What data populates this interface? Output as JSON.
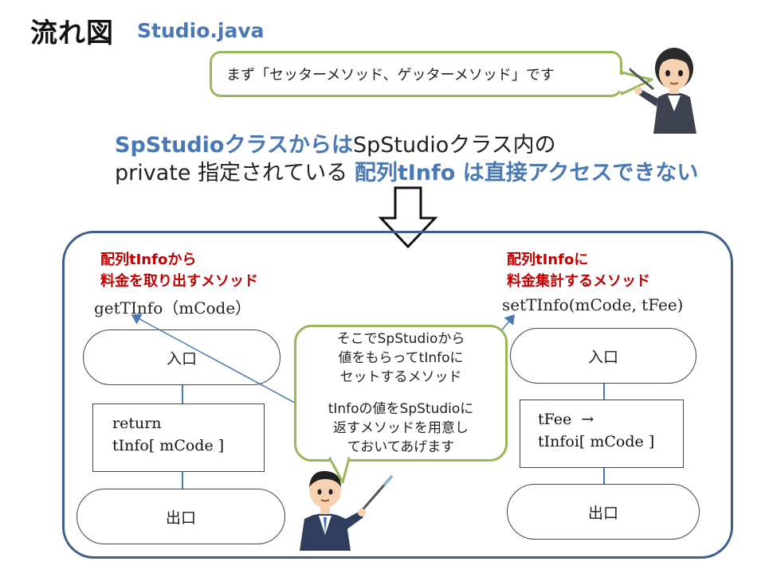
{
  "header": {
    "title": "流れ図",
    "file_name": "Studio.java"
  },
  "speech_top": "まず「セッターメソッド、ゲッターメソッド」です",
  "statement": {
    "line1_part1": "SpStudioクラスからは",
    "line1_part2": "SpStudioクラス内の",
    "line2_part1": "private 指定されている",
    "line2_part2": "配列tInfo は直接アクセスできない"
  },
  "left_flow": {
    "desc_line1": "配列tInfoから",
    "desc_line2": "料金を取り出すメソッド",
    "method": "getTInfo（mCode）",
    "start": "入口",
    "process_line1": "return",
    "process_line2": "tInfo[ mCode ]",
    "end": "出口"
  },
  "right_flow": {
    "desc_line1": "配列tInfoに",
    "desc_line2": "料金集計するメソッド",
    "method": "setTInfo(mCode, tFee)",
    "start": "入口",
    "process_line1": "tFee  →",
    "process_line2": "tInfoi[ mCode ]",
    "end": "出口"
  },
  "center_bubble": {
    "line1": "そこでSpStudioから",
    "line2": "値をもらってtInfoに",
    "line3": "セットするメソッド",
    "line4": "tInfoの値をSpStudioに",
    "line5": "返すメソッドを用意し",
    "line6": "ておいてあげます"
  },
  "colors": {
    "accent_blue": "#4a78b5",
    "frame_blue": "#3e5f8e",
    "highlight_red": "#c00000",
    "bubble_green": "#9ab85a"
  },
  "icons": [
    "down-arrow-icon",
    "teacher-woman-icon",
    "teacher-man-icon"
  ]
}
